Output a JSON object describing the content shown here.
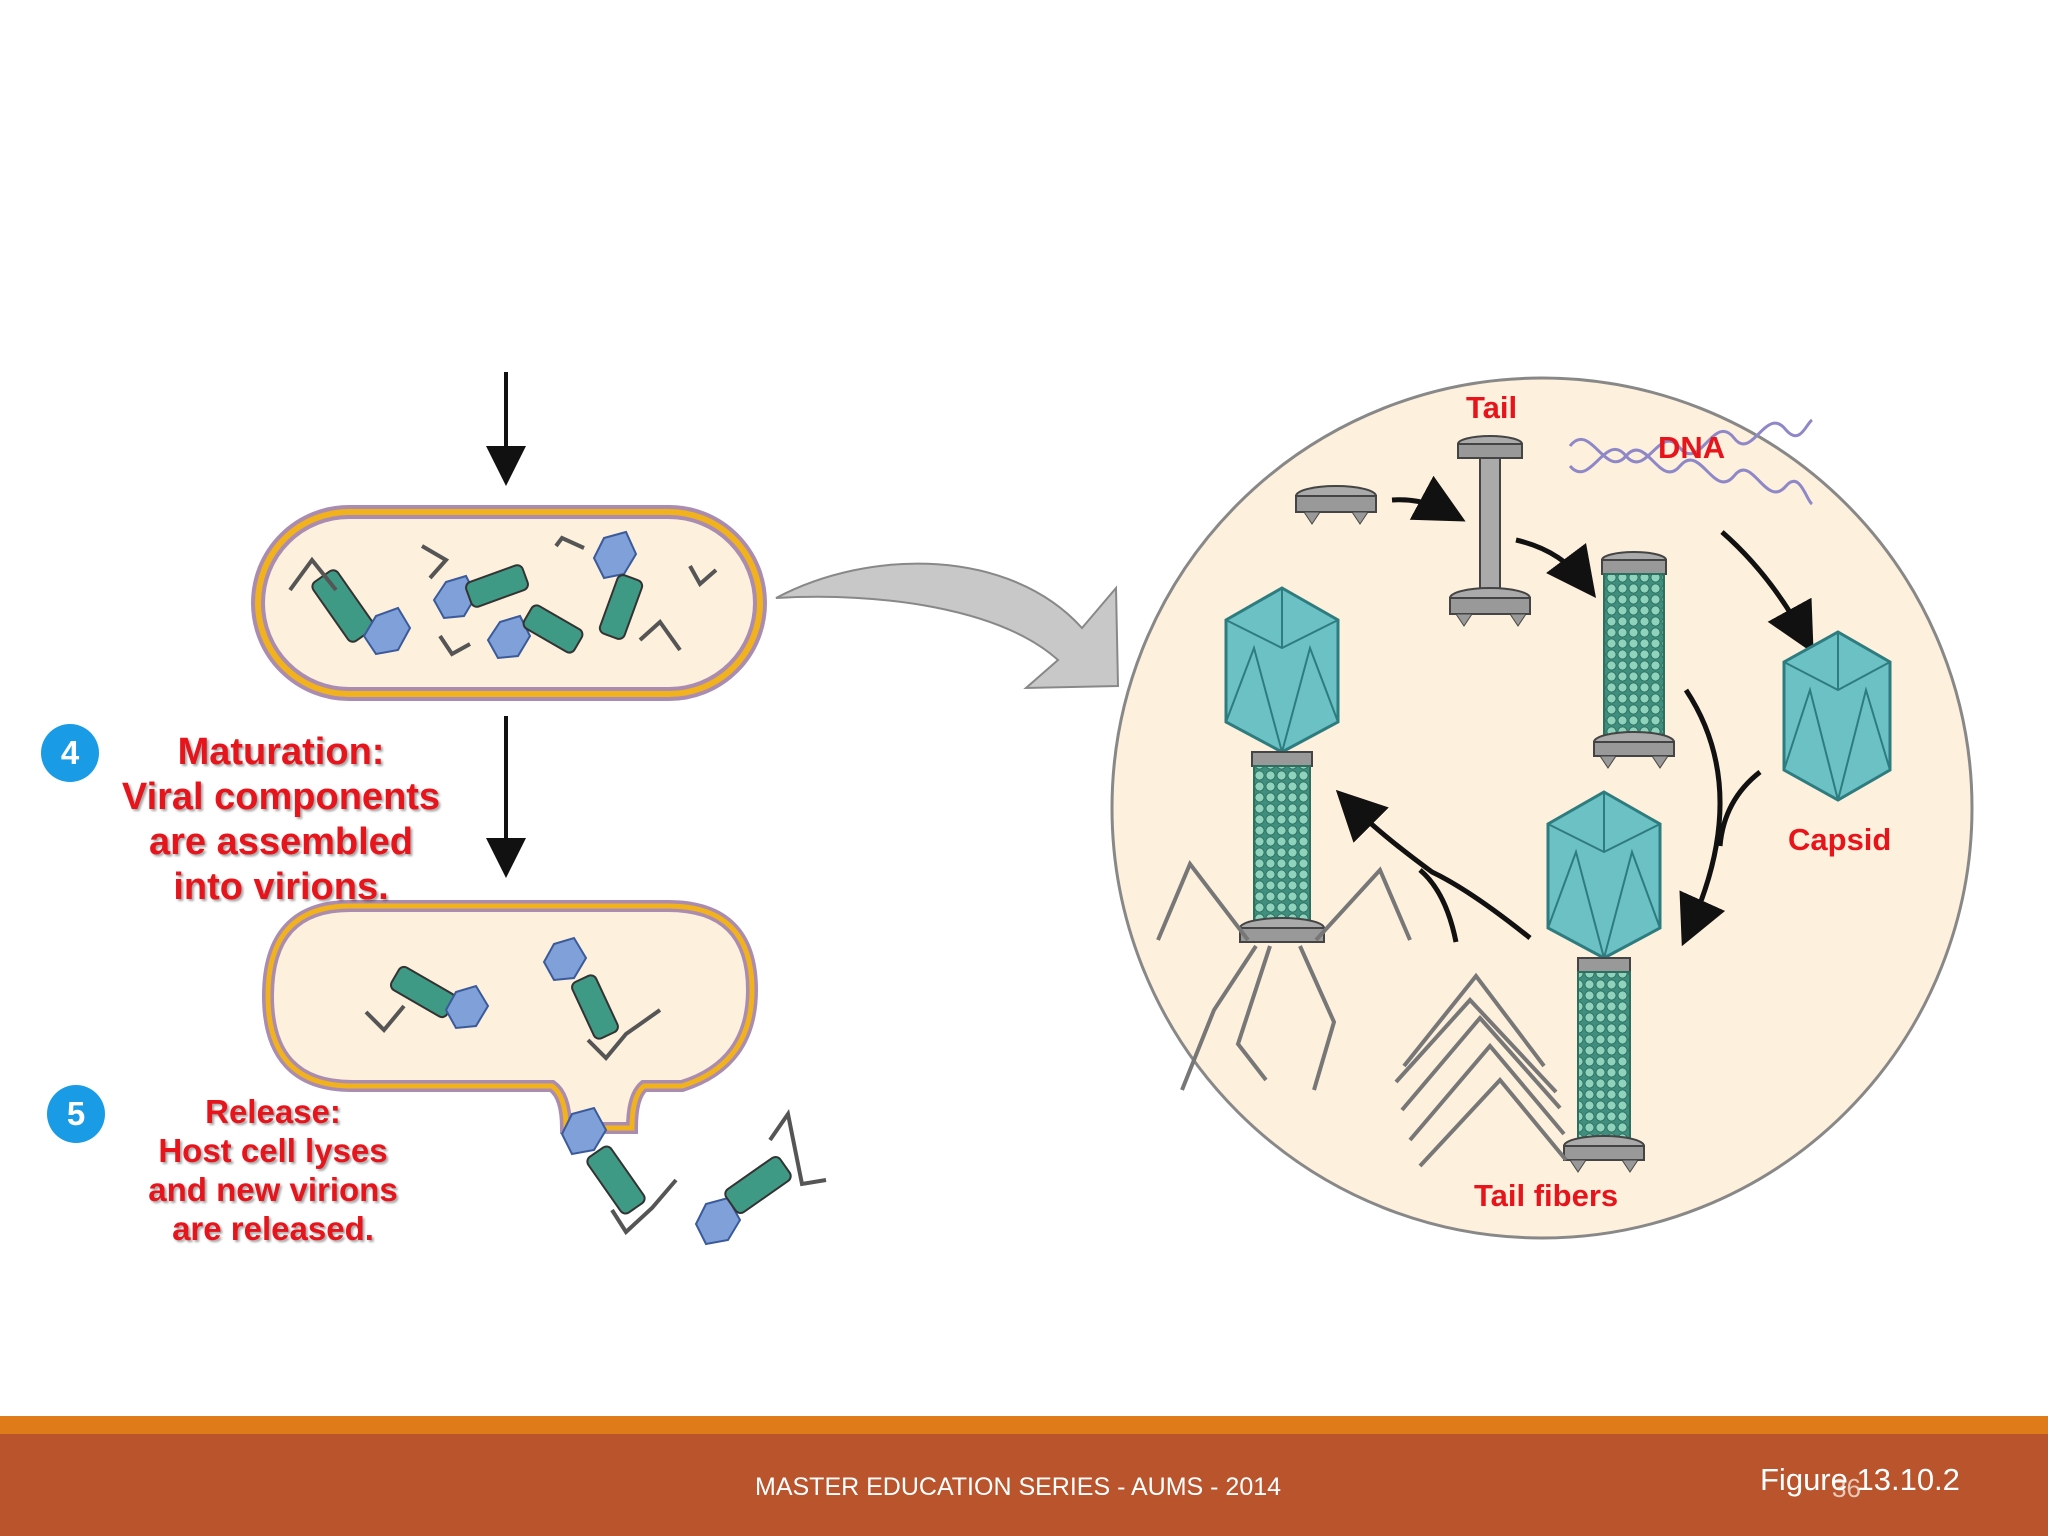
{
  "steps": [
    {
      "number": "4",
      "lines": [
        "Maturation:",
        "Viral components",
        "are assembled",
        "into virions."
      ]
    },
    {
      "number": "5",
      "lines": [
        "Release:",
        "Host cell lyses",
        "and new virions",
        "are released."
      ]
    }
  ],
  "assembly_labels": {
    "tail": "Tail",
    "dna": "DNA",
    "capsid": "Capsid",
    "tail_fibers": "Tail fibers"
  },
  "footer": {
    "series": "MASTER EDUCATION SERIES - AUMS - 2014",
    "page_number": "36",
    "figure": "Figure 13.10.2"
  },
  "colors": {
    "label_red": "#e8141b",
    "badge_blue": "#1a9be6",
    "footer_band": "#b9542d",
    "footer_stripe": "#e07b1a",
    "cell_fill": "#fdf0dc",
    "phage_teal": "#5fb6bc"
  }
}
